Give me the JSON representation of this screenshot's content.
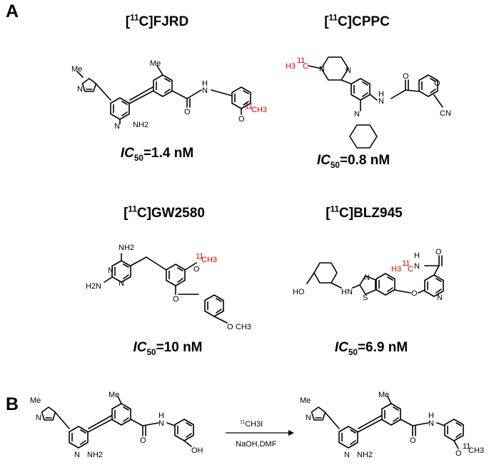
{
  "panel_a": {
    "label": "A",
    "compounds": [
      {
        "name_prefix": "[",
        "isotope": "11",
        "name_suffix": "C]FJRD",
        "ic_prefix": "IC",
        "ic_sub": "50",
        "ic_value": "=1.4 nM"
      },
      {
        "name_prefix": "[",
        "isotope": "11",
        "name_suffix": "C]CPPC",
        "ic_prefix": "IC",
        "ic_sub": "50",
        "ic_value": "=0.8 nM"
      },
      {
        "name_prefix": "[",
        "isotope": "11",
        "name_suffix": "C]GW2580",
        "ic_prefix": "IC",
        "ic_sub": "50",
        "ic_value": "=10 nM"
      },
      {
        "name_prefix": "[",
        "isotope": "11",
        "name_suffix": "C]BLZ945",
        "ic_prefix": "IC",
        "ic_sub": "50",
        "ic_value": "=6.9 nM"
      }
    ]
  },
  "panel_b": {
    "label": "B",
    "reagent_top_iso": "11",
    "reagent_top": "CH3I",
    "reagent_bottom": "NaOH,DMF"
  },
  "atoms": {
    "me": "Me",
    "n": "N",
    "nh2": "NH2",
    "h": "H",
    "o": "O",
    "oh": "OH",
    "hn": "HN",
    "ho": "HO",
    "s": "S",
    "cn": "CN",
    "nh": "N",
    "h2n": "H2N",
    "ch3": "CH3",
    "och3": "O",
    "iso": "11",
    "h3c": "H3",
    "c": "C",
    "methyl_n": "N"
  },
  "colors": {
    "label_red": "#e00000",
    "ink": "#000000"
  }
}
